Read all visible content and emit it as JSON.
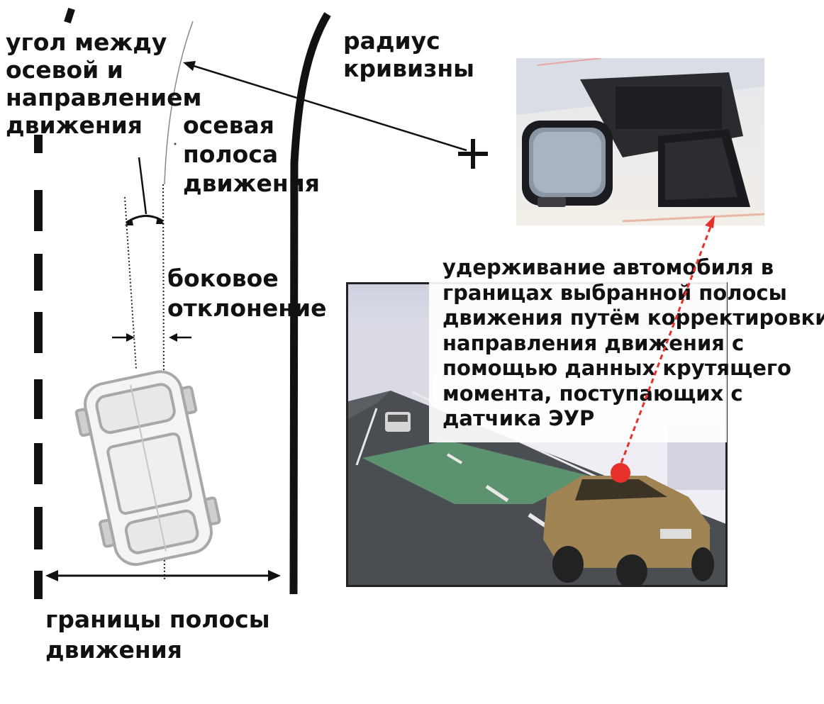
{
  "labels": {
    "angle": "угол между\nосевой и\nнаправлением\nдвижения",
    "radius": "радиус\nкривизны",
    "centerline": "осевая\nполоса\nдвижения",
    "lateral": "боковое\nотклонение",
    "boundaries": "границы полосы\nдвижения",
    "description": "удерживание автомобиля в\nграницах выбранной полосы\nдвижения путём корректировки\nнаправления движения с\nпомощью данных крутящего\nмомента, поступающих с\nдатчика ЭУР"
  },
  "colors": {
    "text": "#111111",
    "callout_arrow": "#e8302a",
    "lane_highlight": "#5f9a73",
    "road": "#4a4d52",
    "car_body": "#a08453"
  },
  "icons": {
    "camera_photo": "windshield-camera-module",
    "road_render": "lane-keeping-render"
  }
}
